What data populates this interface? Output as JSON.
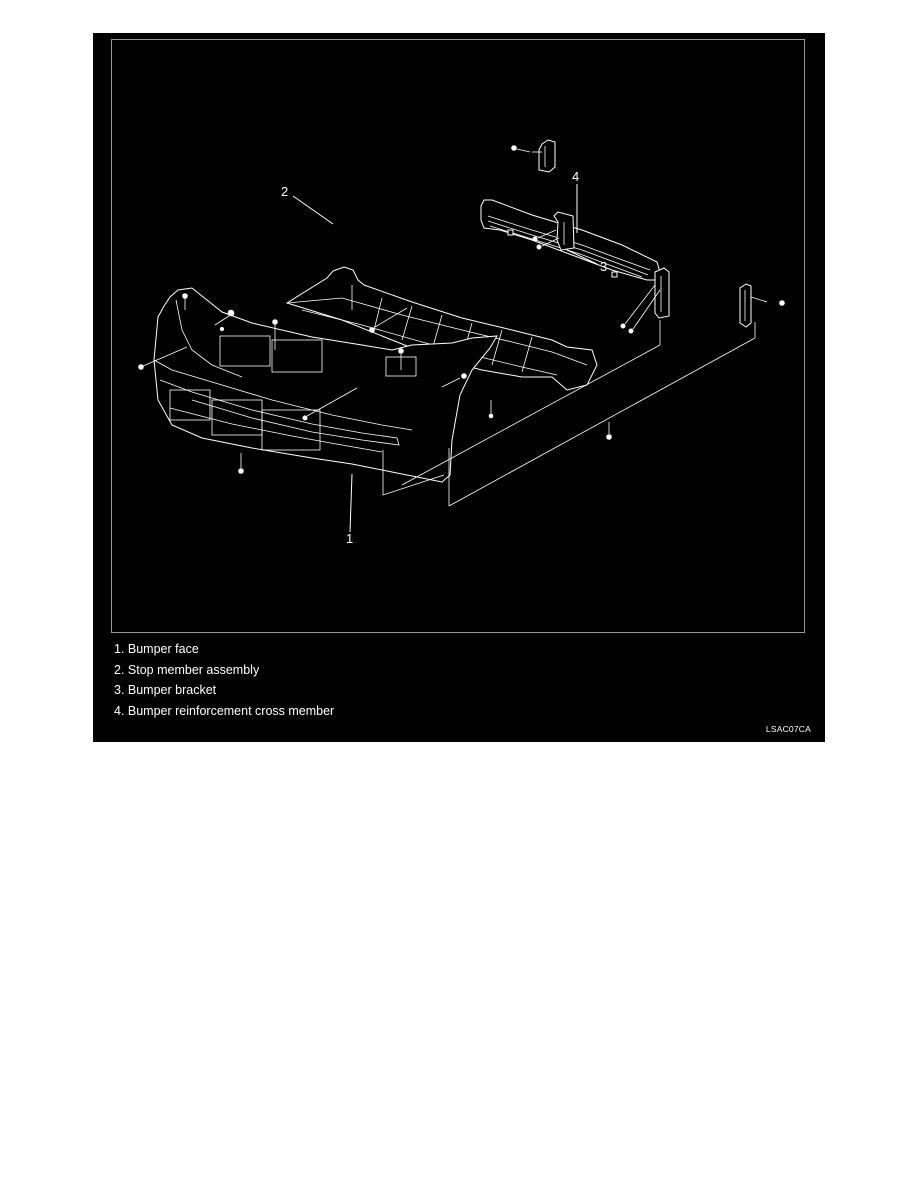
{
  "figure": {
    "callouts": [
      "1",
      "2",
      "3",
      "4"
    ],
    "legend": [
      "1. Bumper face",
      "2. Stop member assembly",
      "3. Bumper bracket",
      "4. Bumper reinforcement cross member"
    ],
    "figure_code": "LSAC07CA"
  }
}
